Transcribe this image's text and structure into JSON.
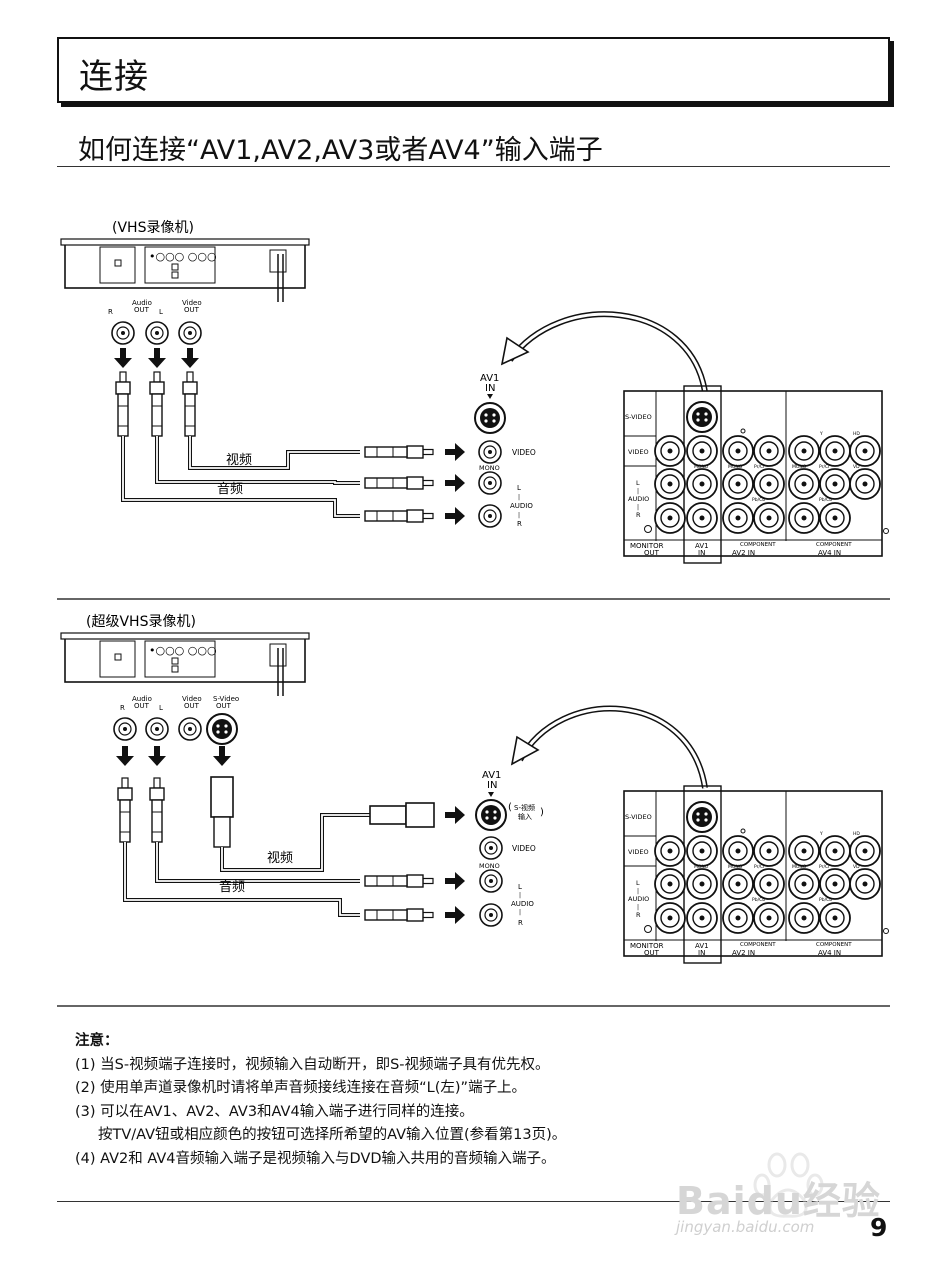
{
  "title": "连接",
  "subtitle": "如何连接“AV1,AV2,AV3或者AV4”输入端子",
  "diagram1": {
    "device": "(VHS录像机)",
    "audio_out": "Audio\nOUT",
    "video_out": "Video\nOUT",
    "r": "R",
    "l": "L",
    "video_cable": "视频",
    "audio_cable": "音频",
    "av1": "AV1",
    "in": "IN",
    "video": "VIDEO",
    "mono": "MONO",
    "audio": "AUDIO"
  },
  "diagram2": {
    "device": "(超级VHS录像机)",
    "svideo_out": "S-Video\nOUT",
    "svideo_in_1": "S-视频",
    "svideo_in_2": "输入",
    "video_cable": "视频",
    "audio_cable": "音频"
  },
  "panel": {
    "s_video": "S-VIDEO",
    "video": "VIDEO",
    "audio_l": "L",
    "audio": "AUDIO",
    "audio_r": "R",
    "monitor_out_1": "MONITOR",
    "monitor_out_2": "OUT",
    "av1_in_1": "AV1",
    "av1_in_2": "IN",
    "component": "COMPONENT",
    "av2_in": "AV2  IN",
    "av4_in": "AV4  IN",
    "mono": "MONO",
    "pb_cb": "Pb/Cb",
    "pr_cr": "Pr/Cr",
    "y": "Y",
    "hd": "HD",
    "vd": "VD"
  },
  "notes": {
    "heading": "注意：",
    "n1": "(1) 当S-视频端子连接时，视频输入自动断开，即S-视频端子具有优先权。",
    "n2": "(2) 使用单声道录像机时请将单声音频接线连接在音频“L(左)”端子上。",
    "n3": "(3) 可以在AV1、AV2、AV3和AV4输入端子进行同样的连接。",
    "n3b": "按TV/AV钮或相应颜色的按钮可选择所希望的AV输入位置(参看第13页)。",
    "n4": "(4) AV2和 AV4音频输入端子是视频输入与DVD输入共用的音频输入端子。"
  },
  "watermark": {
    "brand": "Baidu经验",
    "url": "jingyan.baidu.com"
  },
  "page_number": "9"
}
